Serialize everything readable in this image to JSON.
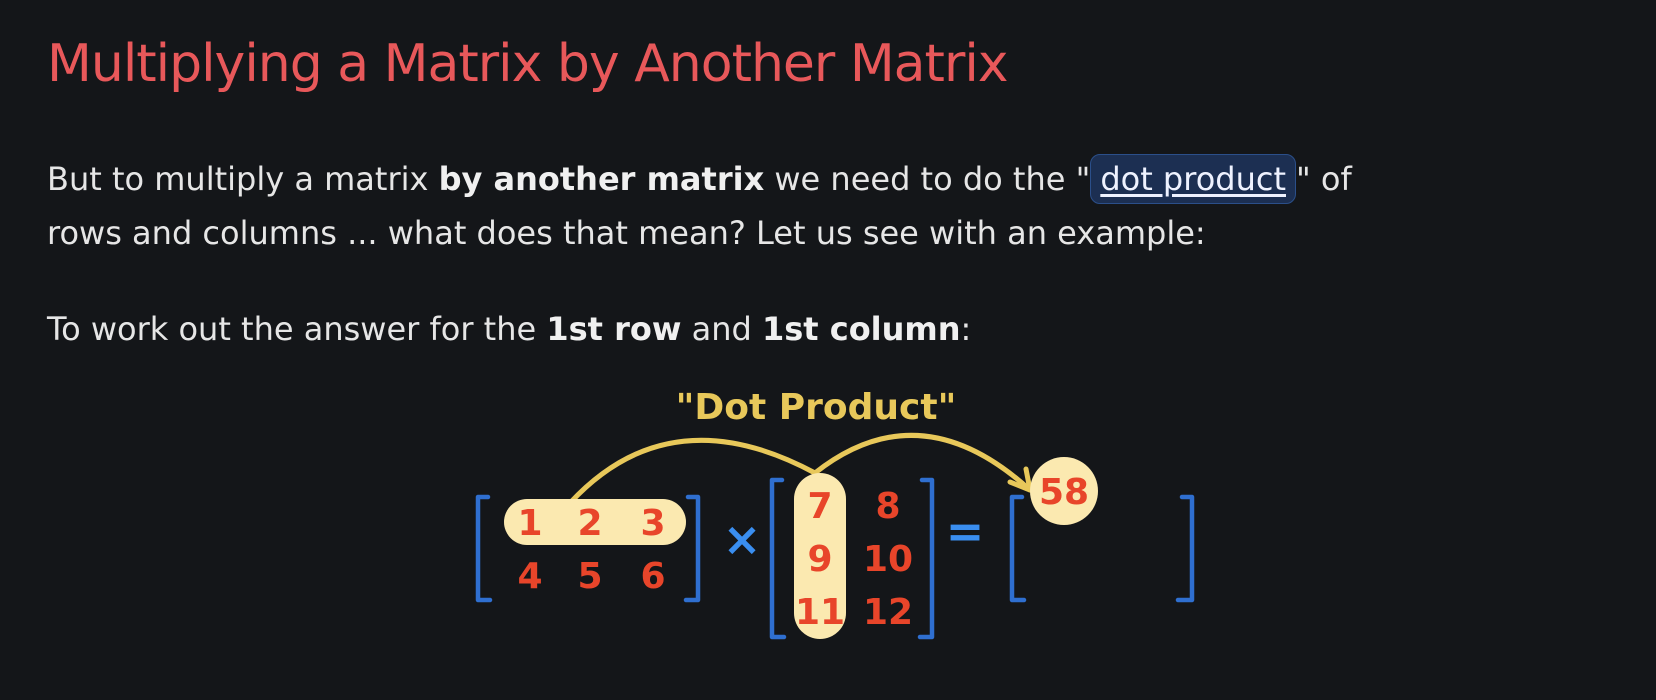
{
  "heading": "Multiplying a Matrix by Another Matrix",
  "paragraph1": {
    "line1_a": "But to multiply a matrix ",
    "line1_bold": "by another matrix",
    "line1_b": " we need to do the \"",
    "link": "dot product",
    "line1_c": "\" of",
    "line2": "rows and columns ... what does that mean? Let us see with an example:"
  },
  "paragraph2": {
    "text_a": "To work out the answer for the ",
    "bold1": "1st row",
    "text_b": " and ",
    "bold2": "1st column",
    "text_c": ":"
  },
  "diagram": {
    "label": "\"Dot Product\"",
    "matrix_a": [
      [
        "1",
        "2",
        "3"
      ],
      [
        "4",
        "5",
        "6"
      ]
    ],
    "matrix_b": [
      [
        "7",
        "8"
      ],
      [
        "9",
        "10"
      ],
      [
        "11",
        "12"
      ]
    ],
    "times": "×",
    "equals": "=",
    "result": "58",
    "colors": {
      "numbers": "#e8452a",
      "highlight": "#fbe9b0",
      "arrow": "#e8c85a",
      "brackets": "#2f6fd0",
      "operators": "#3a8ef0"
    }
  }
}
